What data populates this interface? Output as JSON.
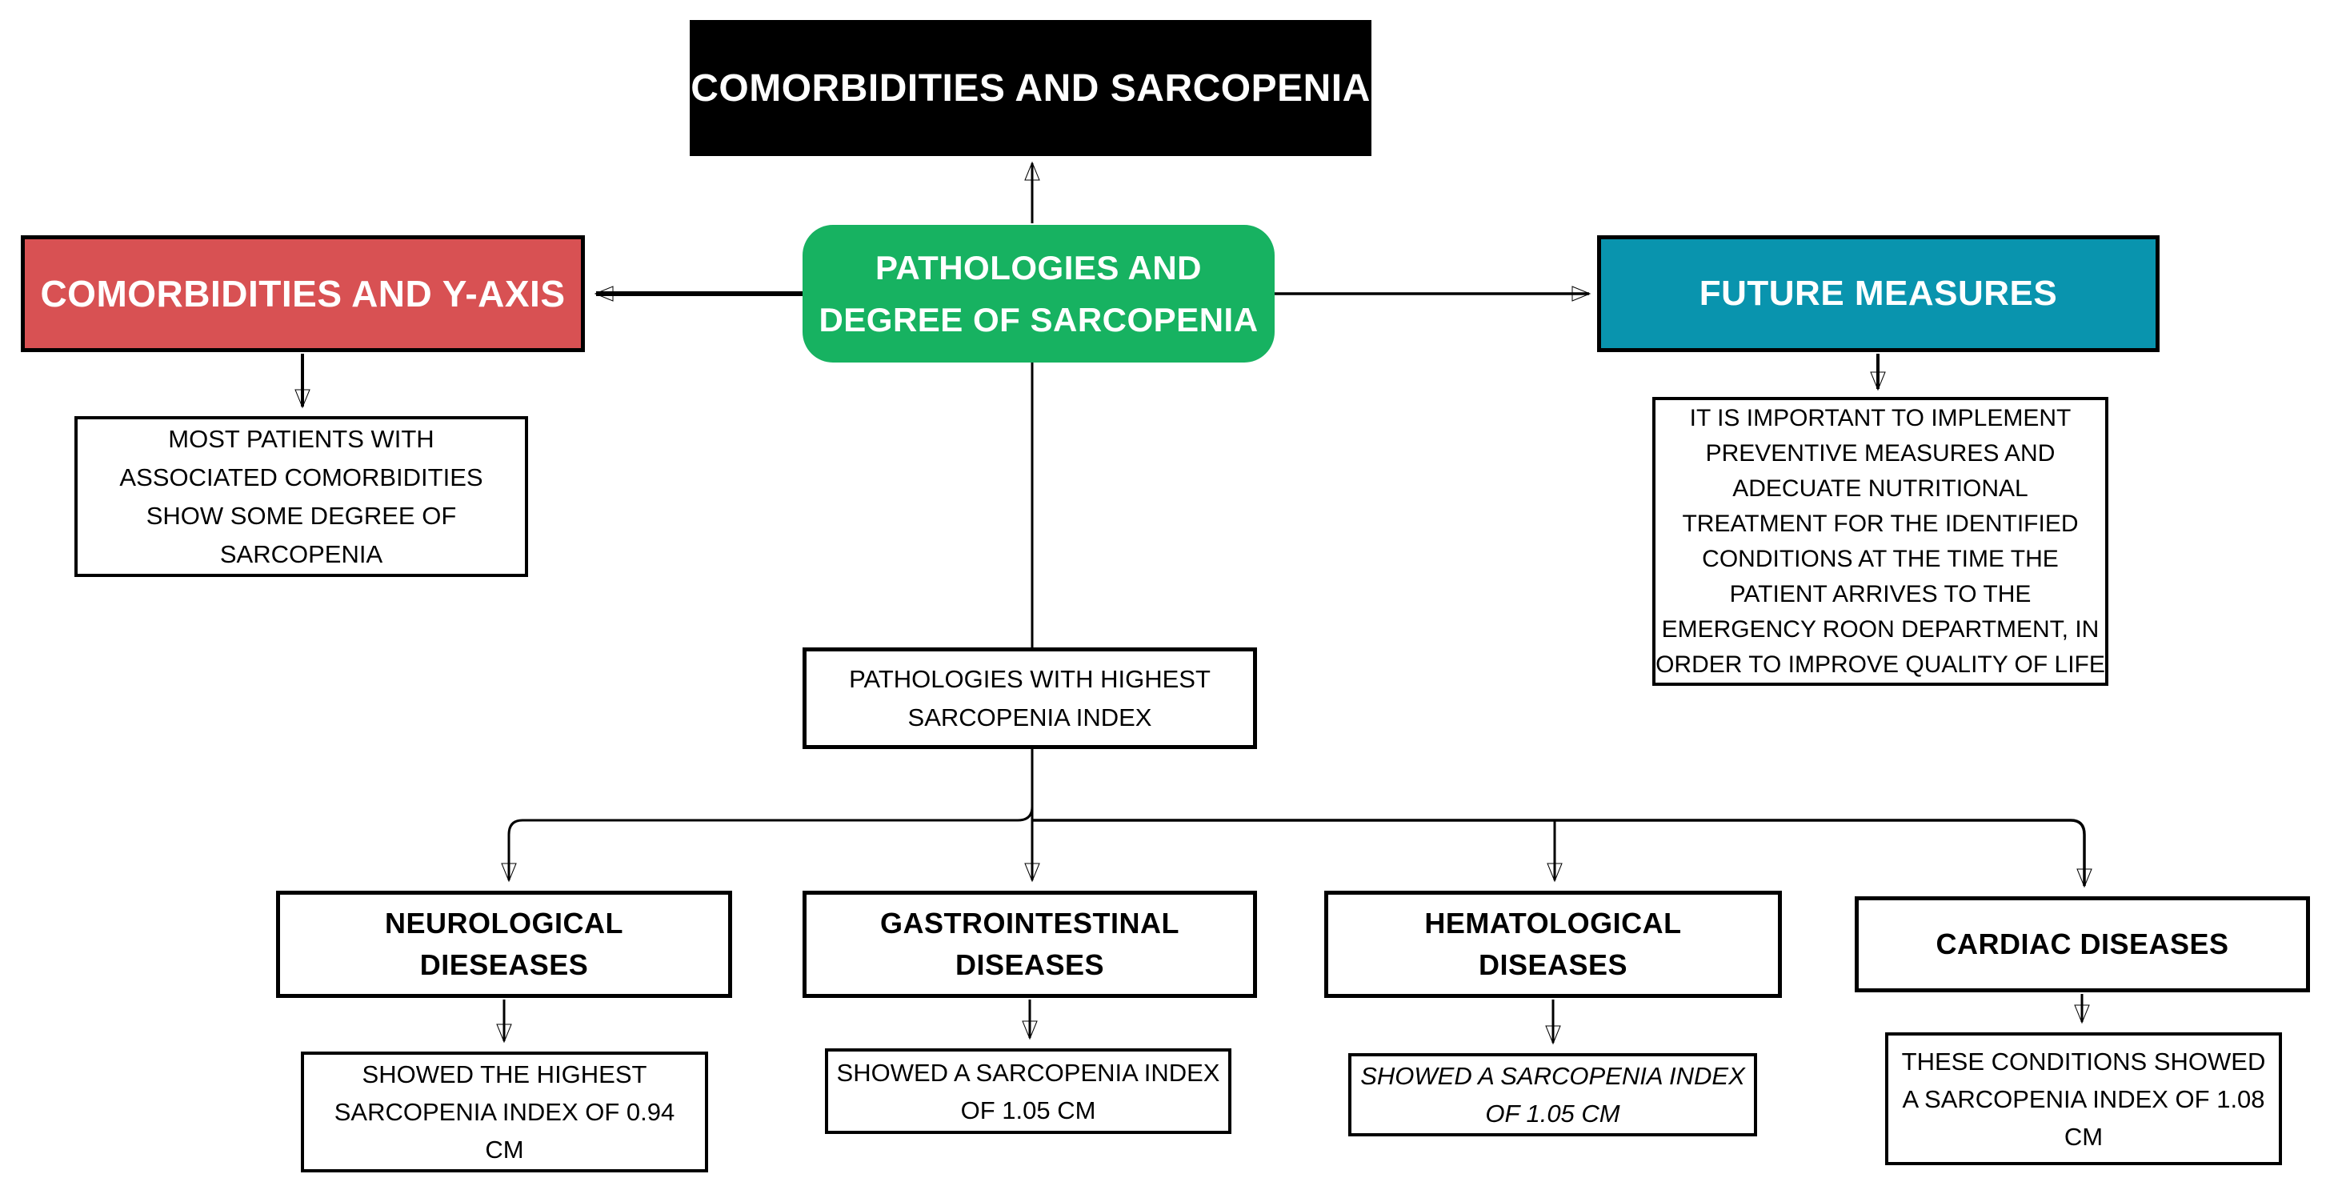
{
  "diagram": {
    "title": "COMORBIDITIES AND SARCOPENIA",
    "root": "PATHOLOGIES AND\nDEGREE OF SARCOPENIA",
    "left_branch": {
      "header": "COMORBIDITIES AND Y-AXIS",
      "note": "MOST PATIENTS WITH\nASSOCIATED COMORBIDITIES\nSHOW SOME DEGREE OF\nSARCOPENIA"
    },
    "right_branch": {
      "header": "FUTURE MEASURES",
      "note": "IT IS IMPORTANT TO IMPLEMENT\nPREVENTIVE MEASURES AND\nADECUATE NUTRITIONAL\nTREATMENT FOR THE IDENTIFIED\nCONDITIONS AT THE TIME THE\nPATIENT ARRIVES TO THE\nEMERGENCY ROON DEPARTMENT, IN\nORDER TO IMPROVE QUALITY OF LIFE"
    },
    "center_branch": {
      "note": "PATHOLOGIES WITH HIGHEST\nSARCOPENIA INDEX"
    },
    "pathologies": [
      {
        "name": "NEUROLOGICAL\nDIESEASES",
        "finding": "SHOWED THE HIGHEST\nSARCOPENIA INDEX OF 0.94\nCM",
        "finding_style": "normal"
      },
      {
        "name": "GASTROINTESTINAL\nDISEASES",
        "finding": "SHOWED A SARCOPENIA INDEX\nOF 1.05 CM",
        "finding_style": "normal"
      },
      {
        "name": "HEMATOLOGICAL\nDISEASES",
        "finding": "SHOWED A SARCOPENIA INDEX\nOF 1.05 CM",
        "finding_style": "italic"
      },
      {
        "name": "CARDIAC DISEASES",
        "finding": "THESE CONDITIONS SHOWED\nA SARCOPENIA INDEX OF 1.08\nCM",
        "finding_style": "normal"
      }
    ],
    "colors": {
      "title_bg": "#000000",
      "root_bg": "#17B261",
      "left_header_bg": "#D85153",
      "right_header_bg": "#0994AE",
      "node_text": "#FFFFFF",
      "body_text": "#000000",
      "connector": "#000000"
    }
  }
}
